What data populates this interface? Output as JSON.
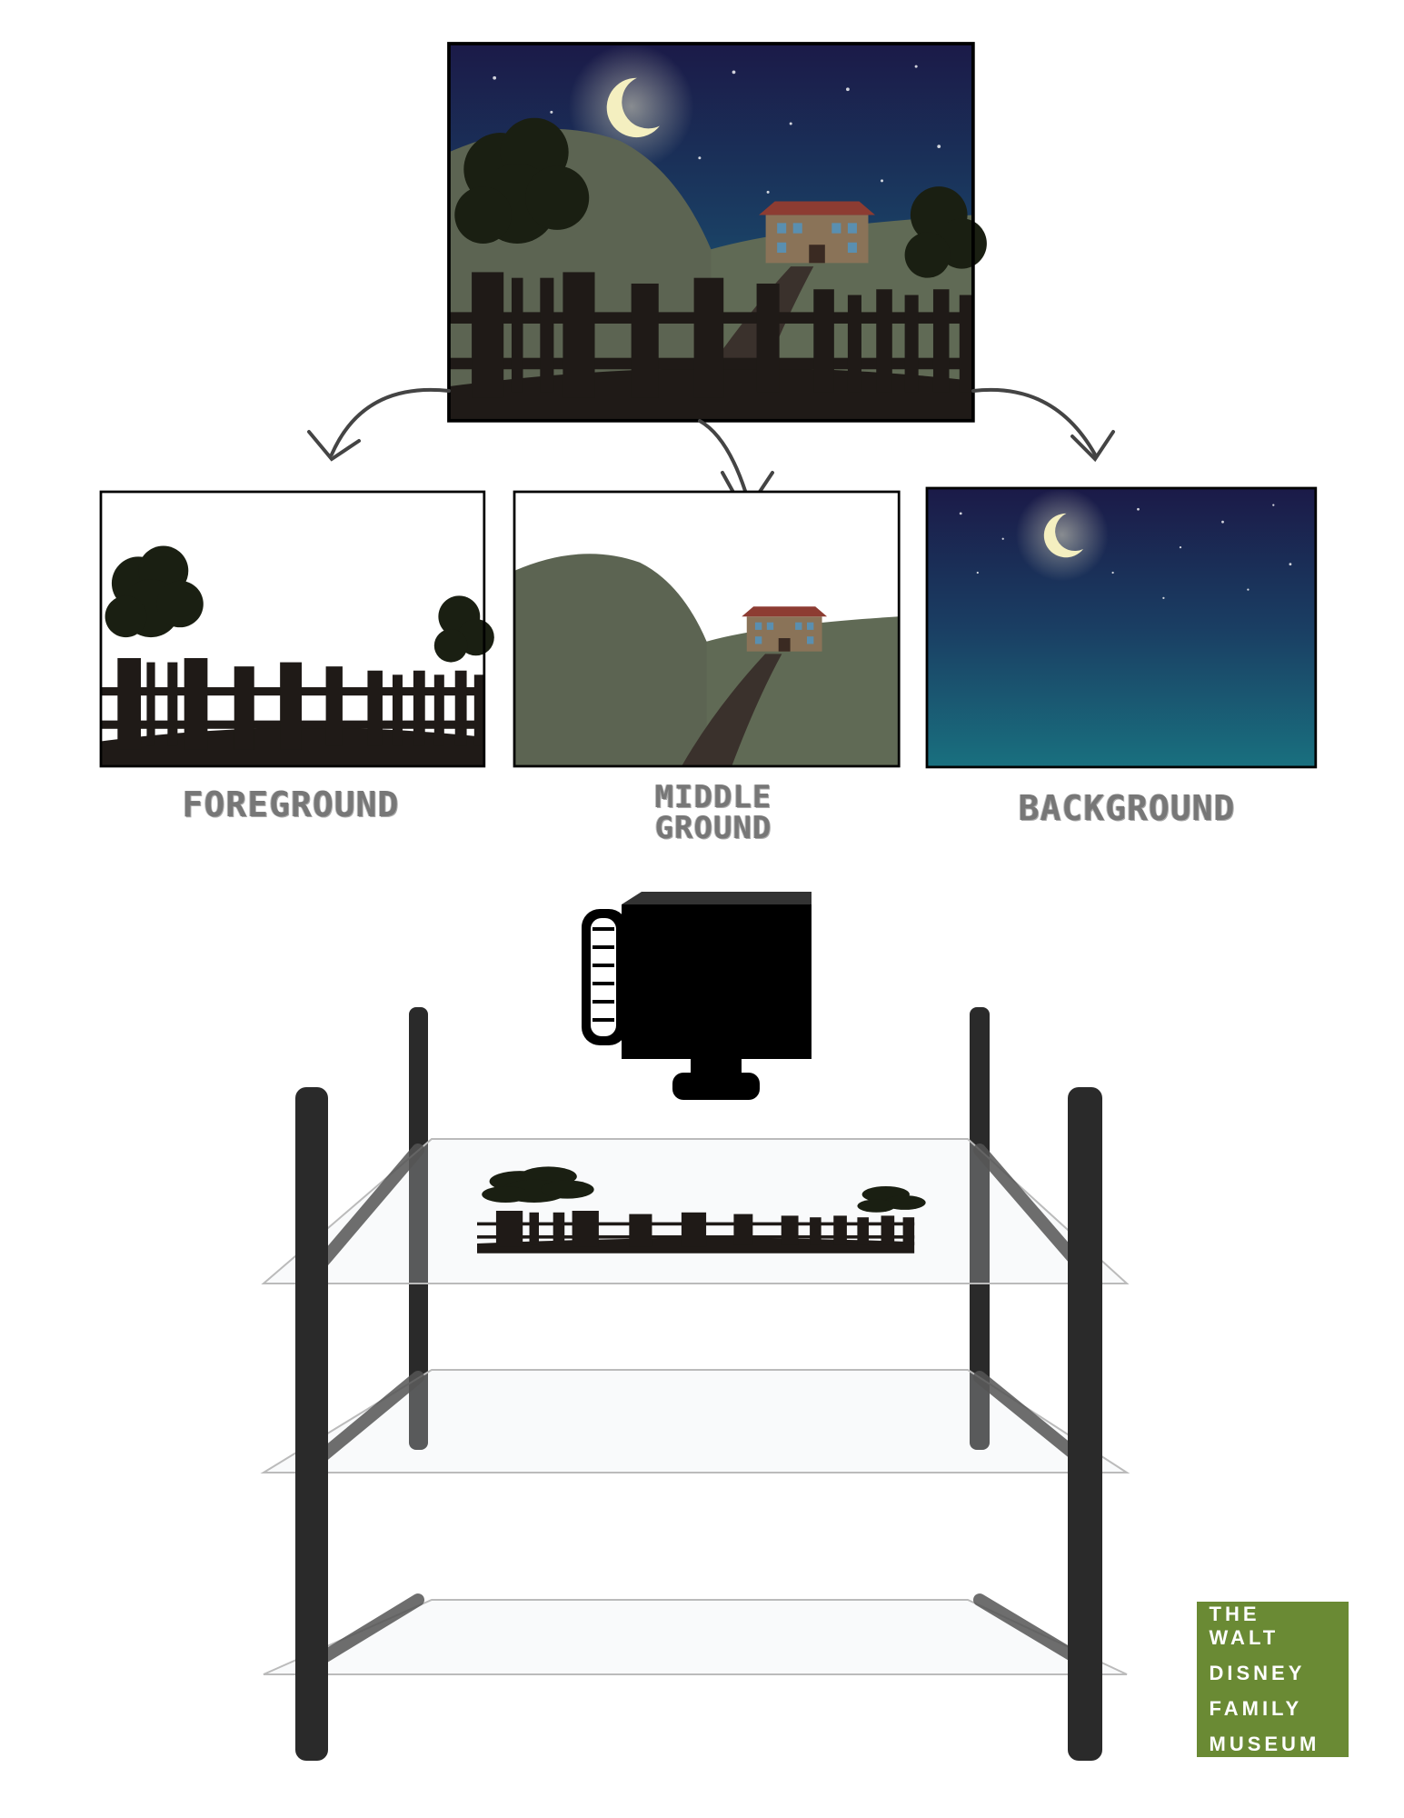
{
  "labels": {
    "foreground": "FOREGROUND",
    "middleground_line1": "MIDDLE",
    "middleground_line2": "GROUND",
    "background": "BACKGROUND"
  },
  "logo": {
    "line1": "THE WALT",
    "line2": "DISNEY",
    "line3": "FAMILY",
    "line4": "MUSEUM",
    "color": "#6a8a34"
  },
  "colors": {
    "sky_top": "#1b1a48",
    "sky_bottom": "#19707f",
    "hill": "#5c6452",
    "fence": "#1f1a17",
    "moon": "#f4efc0"
  }
}
